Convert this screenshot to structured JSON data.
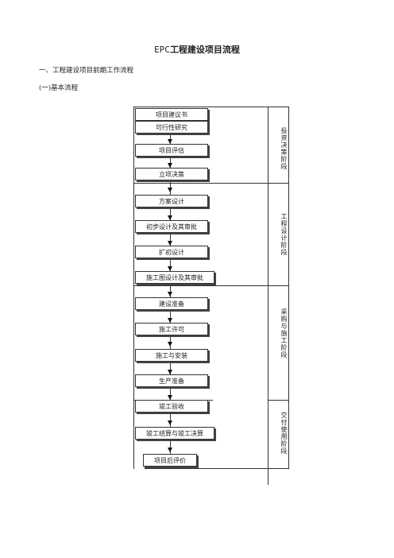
{
  "doc": {
    "title_prefix": "EPC",
    "title_rest": "工程建设项目流程",
    "section1": "一、工程建设项目前期工作流程",
    "subsection1": "(一)基本流程"
  },
  "flow": {
    "steps": [
      "项目建议书",
      "可行性研究",
      "项目评估",
      "立项决策",
      "方案设计",
      "初步设计及其审批",
      "扩初设计",
      "施工图设计及其审批",
      "建设准备",
      "施工许可",
      "施工与安装",
      "生产准备",
      "竣工验收",
      "竣工结算与竣工决算",
      "项目后评价"
    ],
    "stages": [
      "投资决策阶段",
      "工程设计阶段",
      "采购与施工阶段",
      "交付使用阶段"
    ]
  }
}
